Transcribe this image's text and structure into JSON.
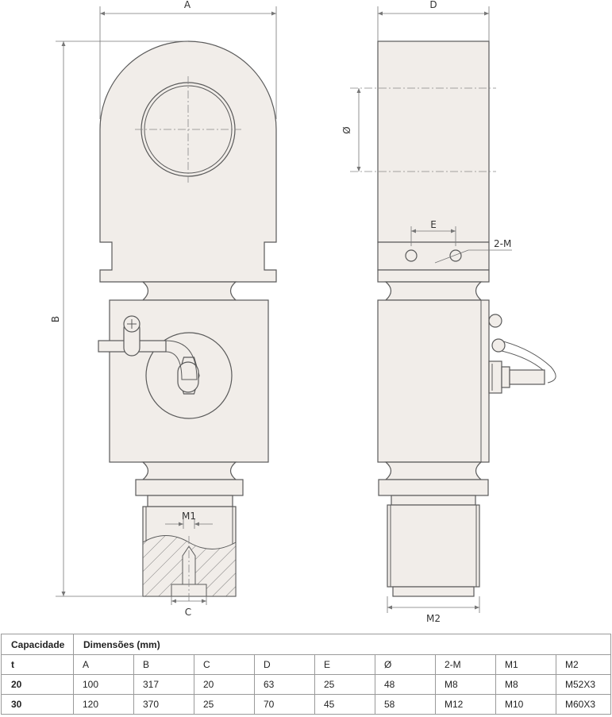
{
  "drawing": {
    "labels": {
      "A": "A",
      "B": "B",
      "C": "C",
      "D": "D",
      "E": "E",
      "diameter": "Ø",
      "two_m": "2-M",
      "M1": "M1",
      "M2": "M2"
    }
  },
  "table": {
    "header": {
      "col1": "Capacidade",
      "col2": "Dimensões (mm)"
    },
    "unit_row": {
      "capacity": "t",
      "columns": [
        "A",
        "B",
        "C",
        "D",
        "E",
        "Ø",
        "2-M",
        "M1",
        "M2"
      ]
    },
    "rows": [
      {
        "capacity": "20",
        "values": [
          "100",
          "317",
          "20",
          "63",
          "25",
          "48",
          "M8",
          "M8",
          "M52X3"
        ]
      },
      {
        "capacity": "30",
        "values": [
          "120",
          "370",
          "25",
          "70",
          "45",
          "58",
          "M12",
          "M10",
          "M60X3"
        ]
      }
    ]
  }
}
